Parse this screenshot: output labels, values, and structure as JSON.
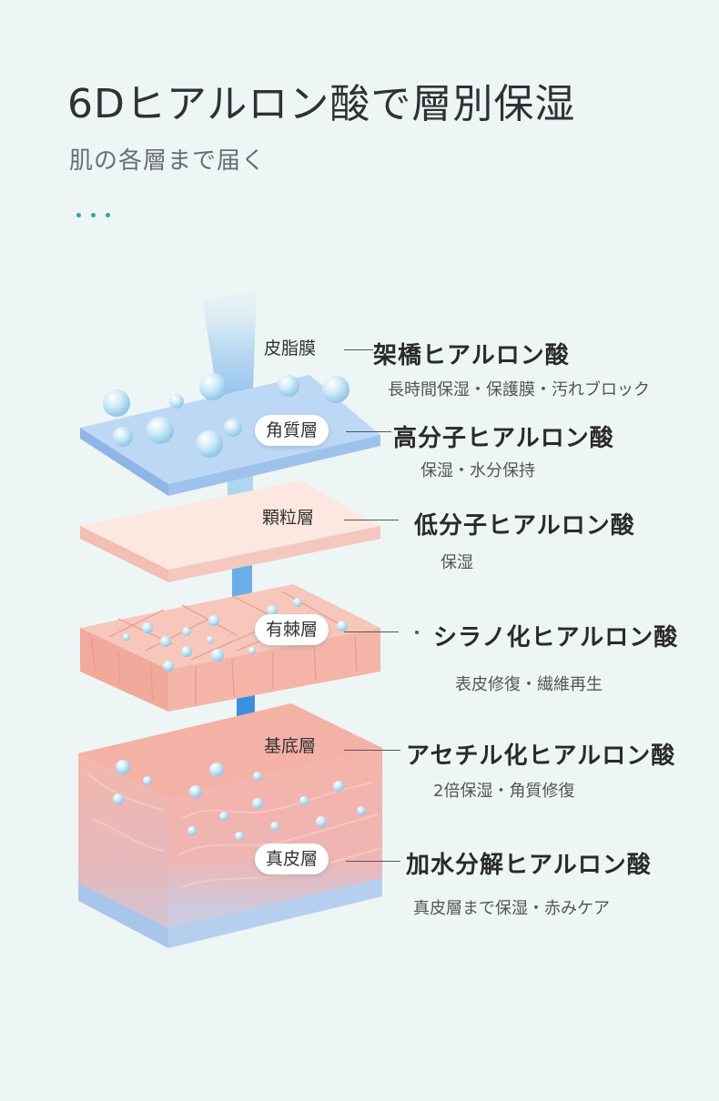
{
  "header": {
    "title": "6Dヒアルロン酸で層別保湿",
    "subtitle": "肌の各層まで届く"
  },
  "colors": {
    "accent_dots": "#2aa8b0",
    "arrow_blue": "#3b8fe0",
    "bubble": "#b9dff2"
  },
  "layers": [
    {
      "name": "皮脂膜",
      "acid": "架橋ヒアルロン酸",
      "description": "長時間保湿・保護膜・汚れブロック"
    },
    {
      "name": "角質層",
      "acid": "高分子ヒアルロン酸",
      "description": "保湿・水分保持"
    },
    {
      "name": "顆粒層",
      "acid": "低分子ヒアルロン酸",
      "description": "保湿"
    },
    {
      "name": "有棘層",
      "acid": "シラノ化ヒアルロン酸",
      "description": "表皮修復・繊維再生"
    },
    {
      "name": "基底層",
      "acid": "アセチル化ヒアルロン酸",
      "description": "2倍保湿・角質修復"
    },
    {
      "name": "真皮層",
      "acid": "加水分解ヒアルロン酸",
      "description": "真皮層まで保湿・赤みケア"
    }
  ]
}
